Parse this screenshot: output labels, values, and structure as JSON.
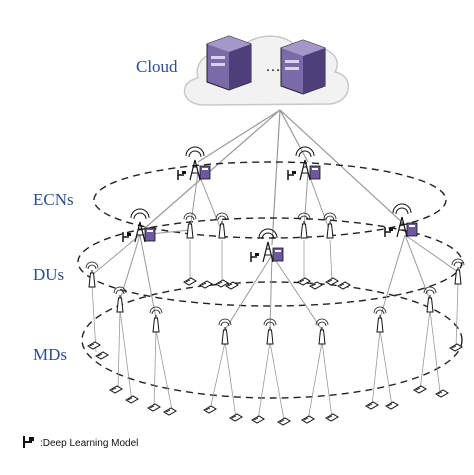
{
  "labels": {
    "cloud": "Cloud",
    "ecn": "ECNs",
    "du": "DUs",
    "md": "MDs",
    "ellipsis": "…"
  },
  "legend": {
    "text": ":Deep Learning Model"
  },
  "colors": {
    "label_blue": "#2d4f8e",
    "server": "#5a4a8a",
    "cloud_fill": "#f2f2f2",
    "ellipse_dash": "#222222",
    "link": "#9a9a9a"
  }
}
